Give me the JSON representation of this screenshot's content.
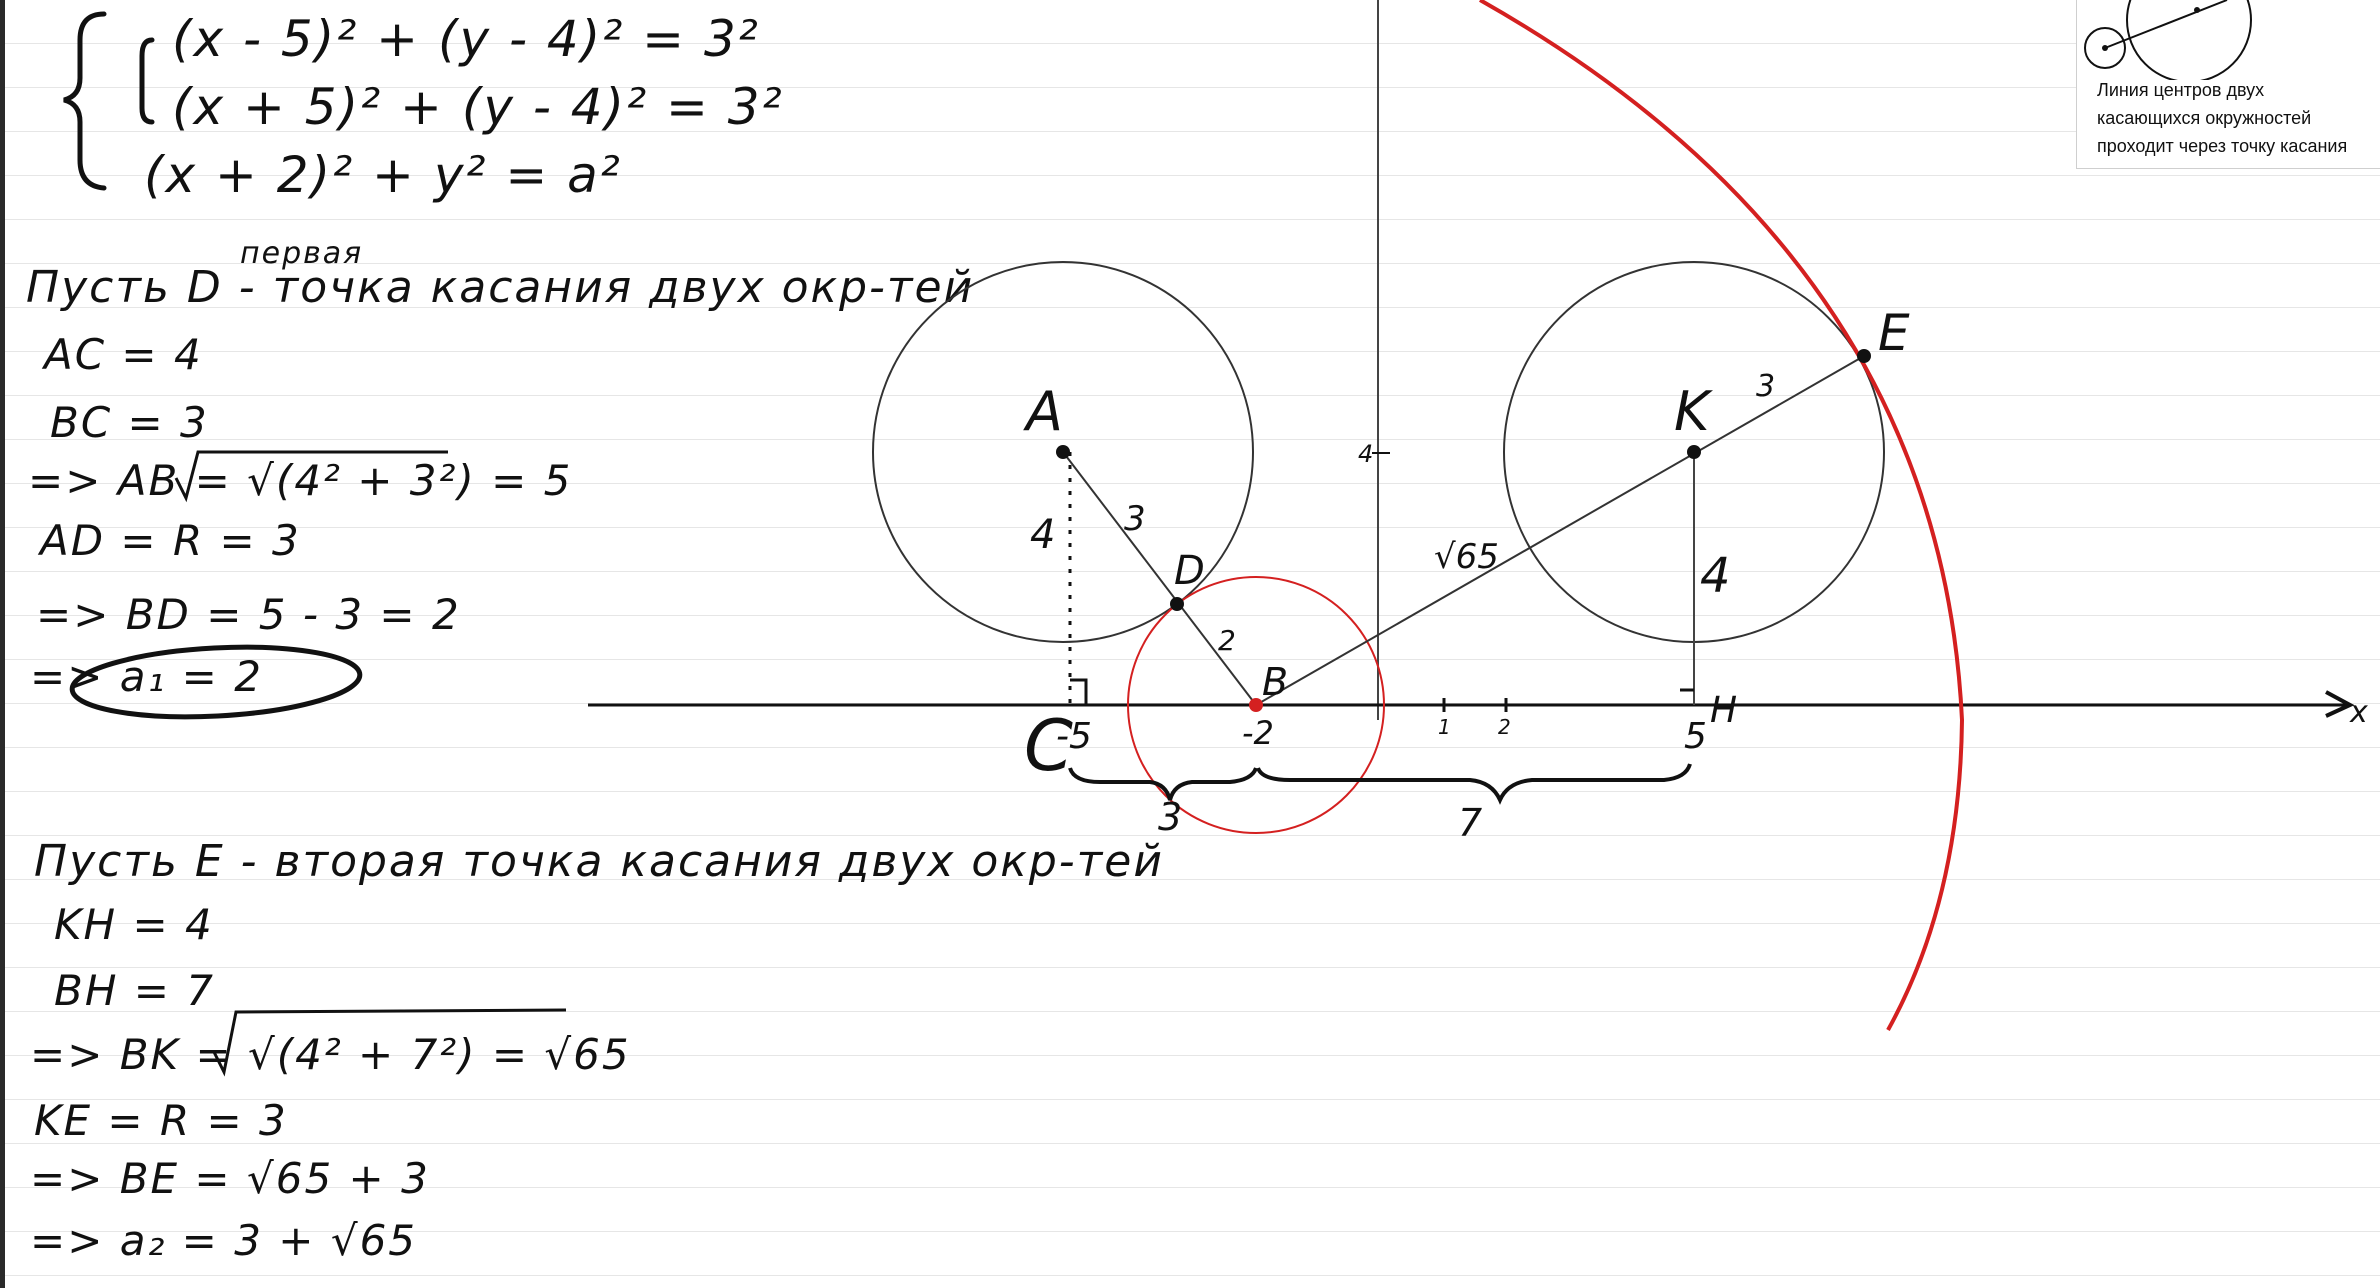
{
  "system": {
    "eq1": "(x - 5)² + (y - 4)² = 3²",
    "eq2": "(x + 5)² + (y - 4)² = 3²",
    "eq3": "(x + 2)² + y² = a²"
  },
  "solution1": {
    "heading": "Пусть D - точка касания двух окр-тей",
    "heading_note": "первая",
    "line1": "AC = 4",
    "line2": "BC = 3",
    "line3": "=> AB = √(4² + 3²) = 5",
    "line4": "AD = R = 3",
    "line5": "=> BD = 5 - 3 = 2",
    "answer": "=> a₁ = 2"
  },
  "solution2": {
    "heading": "Пусть E - вторая точка касания двух окр-тей",
    "line1": "KH = 4",
    "line2": "BH = 7",
    "line3": "=> BK = √(4² + 7²) = √65",
    "line4": "KE = R = 3",
    "line5": "=> BE = √65 + 3",
    "answer": "=> a₂ = 3 + √65"
  },
  "drawing": {
    "axis_label": "x",
    "points": {
      "A": "A",
      "B": "B",
      "D": "D",
      "K": "K",
      "E": "E",
      "H": "H",
      "C": "C"
    },
    "ticks": {
      "m5": "-5",
      "m2": "-2",
      "t1": "1",
      "t2": "2",
      "t5": "5"
    },
    "y_tick": "4",
    "segment_labels": {
      "ac": "4",
      "ad": "3",
      "db": "2",
      "bk": "√65",
      "ke": "3",
      "kh": "4",
      "brace_left": "3",
      "brace_right": "7"
    },
    "colors": {
      "ink": "#111111",
      "red": "#d42020",
      "grid": "#e6e6e6",
      "thin": "#444444"
    }
  },
  "note": {
    "line1": "Линия центров двух",
    "line2": "касающихся окружностей",
    "line3": "проходит через точку касания"
  }
}
